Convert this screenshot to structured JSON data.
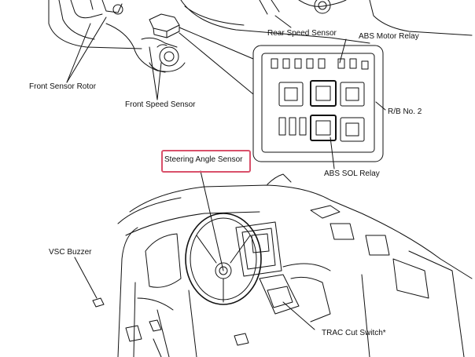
{
  "labels": {
    "rear_speed_sensor": "Rear Speed Sensor",
    "abs_motor_relay": "ABS Motor Relay",
    "front_sensor_rotor": "Front Sensor Rotor",
    "front_speed_sensor": "Front Speed Sensor",
    "rb_no2": "R/B No. 2",
    "steering_angle_sensor": "Steering Angle Sensor",
    "abs_sol_relay": "ABS SOL Relay",
    "vsc_buzzer": "VSC Buzzer",
    "trac_cut_switch": "TRAC Cut Switch*"
  },
  "colors": {
    "highlight": "#d9506a",
    "line": "#111111"
  }
}
